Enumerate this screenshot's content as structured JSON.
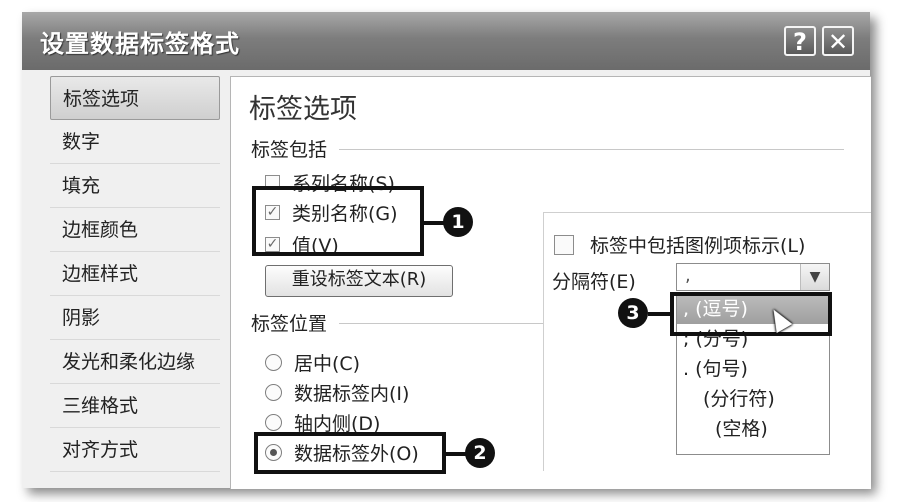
{
  "window": {
    "title": "设置数据标签格式",
    "help_button": "?",
    "close_button": "✕"
  },
  "nav": {
    "items": [
      "标签选项",
      "数字",
      "填充",
      "边框颜色",
      "边框样式",
      "阴影",
      "发光和柔化边缘",
      "三维格式",
      "对齐方式"
    ],
    "selected": "标签选项"
  },
  "panel": {
    "heading": "标签选项",
    "label_contains": {
      "title": "标签包括",
      "series_name": "系列名称(S)",
      "category_name": "类别名称(G)",
      "value": "值(V)"
    },
    "reset_button": "重设标签文本(R)",
    "label_position": {
      "title": "标签位置",
      "center": "居中(C)",
      "inside_end": "数据标签内(I)",
      "inside_base": "轴内侧(D)",
      "outside_end": "数据标签外(O)"
    }
  },
  "overlay": {
    "legend_key": "标签中包括图例项标示(L)",
    "separator_label": "分隔符(E)",
    "separator_value": ",",
    "options": [
      ",  (逗号)",
      ";  (分号)",
      ".  (句号)",
      "(分行符)",
      "(空格)"
    ]
  },
  "badges": [
    "1",
    "2",
    "3"
  ],
  "colors": {
    "titlebar": "#7d7d7d",
    "callout": "#111111",
    "highlight": "#a8a8a8"
  }
}
